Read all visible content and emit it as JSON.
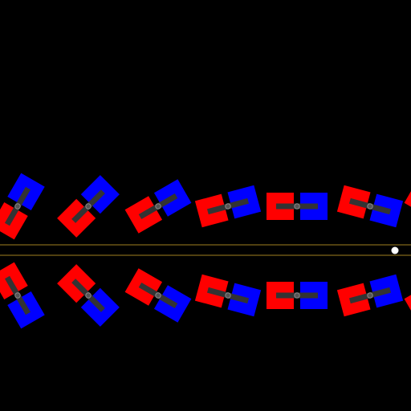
{
  "scene": {
    "background_color": "#000000",
    "track_line_color": "#a08020",
    "ball_color": "#ffffff",
    "pole_red_color": "#ff0000",
    "pole_blue_color": "#0000ff",
    "bar_color": "#333333",
    "pivot_color": "#555555",
    "pivot_stroke_color": "#888888"
  },
  "magnets": {
    "top_row": [
      {
        "name": "magnet-top-1",
        "angle_deg": -60,
        "red_side": "left"
      },
      {
        "name": "magnet-top-2",
        "angle_deg": -45,
        "red_side": "left"
      },
      {
        "name": "magnet-top-3",
        "angle_deg": -30,
        "red_side": "left"
      },
      {
        "name": "magnet-top-4",
        "angle_deg": -15,
        "red_side": "left"
      },
      {
        "name": "magnet-top-5",
        "angle_deg": 0,
        "red_side": "left"
      },
      {
        "name": "magnet-top-6",
        "angle_deg": 15,
        "red_side": "left"
      },
      {
        "name": "magnet-top-7",
        "angle_deg": 30,
        "red_side": "left"
      }
    ],
    "bottom_row": [
      {
        "name": "magnet-bottom-1",
        "angle_deg": 60,
        "red_side": "left"
      },
      {
        "name": "magnet-bottom-2",
        "angle_deg": 45,
        "red_side": "left"
      },
      {
        "name": "magnet-bottom-3",
        "angle_deg": 30,
        "red_side": "left"
      },
      {
        "name": "magnet-bottom-4",
        "angle_deg": 15,
        "red_side": "left"
      },
      {
        "name": "magnet-bottom-5",
        "angle_deg": 0,
        "red_side": "left"
      },
      {
        "name": "magnet-bottom-6",
        "angle_deg": -15,
        "red_side": "left"
      },
      {
        "name": "magnet-bottom-7",
        "angle_deg": -30,
        "red_side": "left"
      }
    ]
  }
}
